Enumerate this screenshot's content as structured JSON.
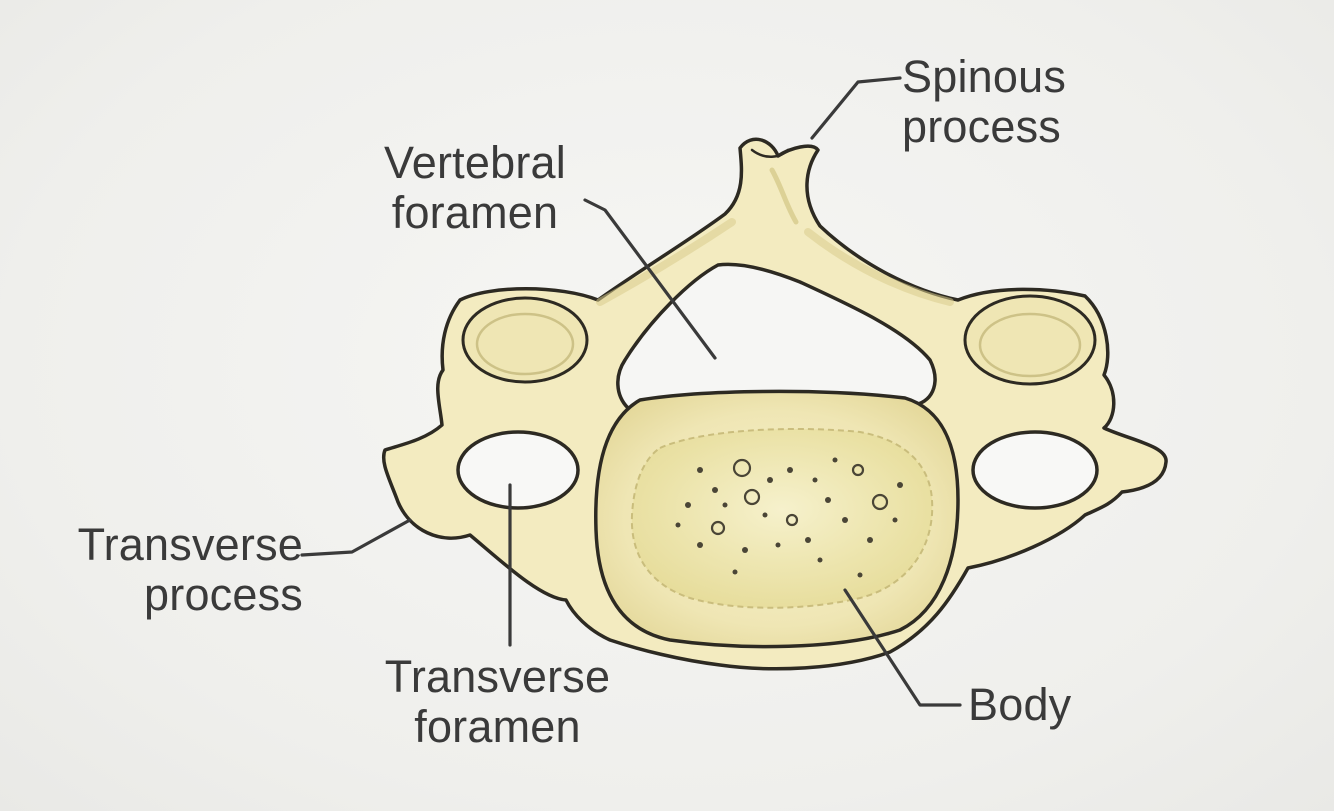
{
  "labels": {
    "spinous_process": [
      "Spinous",
      "process"
    ],
    "vertebral_foramen": [
      "Vertebral",
      "foramen"
    ],
    "transverse_process": [
      "Transverse",
      "process"
    ],
    "transverse_foramen": [
      "Transverse",
      "foramen"
    ],
    "body": [
      "Body"
    ]
  },
  "colors": {
    "bone_fill": "#f3ebc0",
    "bone_shadow": "#e2d79e",
    "outline": "#2d2a22",
    "cancellous": "#ebe39e",
    "leader_line": "#3a3a3a",
    "label_text": "#3a3a3a",
    "background": "#f1f1ef"
  }
}
